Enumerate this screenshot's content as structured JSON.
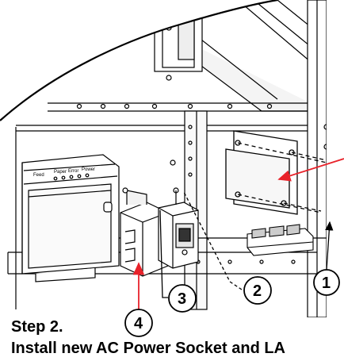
{
  "step": {
    "title": "Step 2.",
    "instruction": "Install new AC Power  Socket and LA"
  },
  "callouts": [
    {
      "number": "1"
    },
    {
      "number": "2"
    },
    {
      "number": "3"
    },
    {
      "number": "4"
    }
  ],
  "printer_panel": {
    "label": "Feed",
    "buttons": [
      "Paper",
      "Error",
      "Power"
    ]
  },
  "colors": {
    "outline": "#000000",
    "arrow": "#e8222a",
    "background": "#ffffff"
  }
}
